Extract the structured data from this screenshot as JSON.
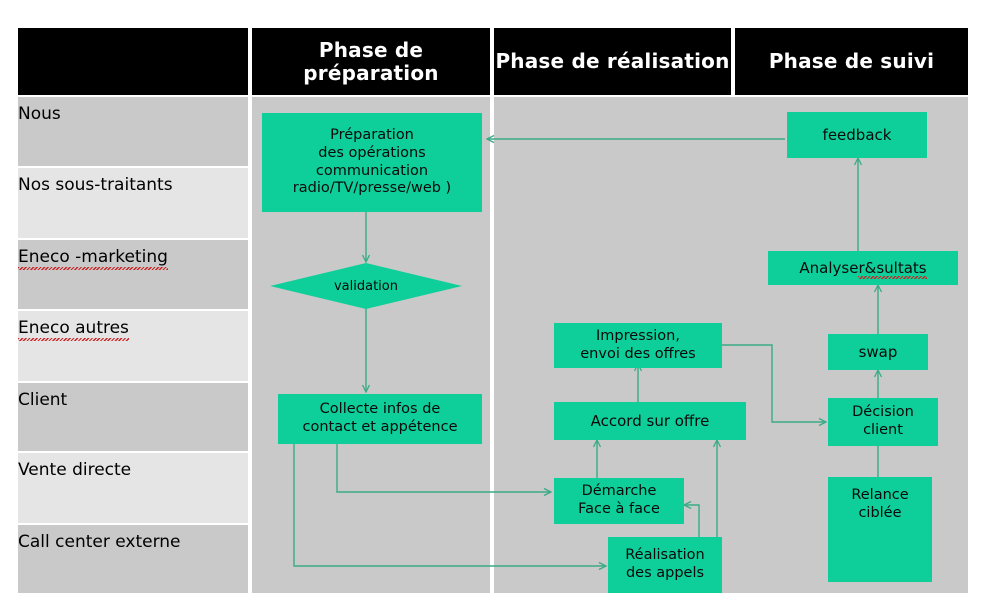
{
  "title_bar": {
    "columns": [
      {
        "label": "",
        "name": "header-blank"
      },
      {
        "label": "Phase de préparation",
        "name": "header-phase-preparation"
      },
      {
        "label": "Phase de réalisation",
        "name": "header-phase-realisation"
      },
      {
        "label": "Phase de suivi",
        "name": "header-phase-suivi"
      }
    ]
  },
  "lanes": [
    {
      "label": "Nous"
    },
    {
      "label": "Nos sous-traitants"
    },
    {
      "label": "Eneco -marketing"
    },
    {
      "label": "Eneco autres"
    },
    {
      "label": "Client"
    },
    {
      "label": "Vente directe"
    },
    {
      "label": "Call center externe"
    }
  ],
  "nodes": {
    "preparation": "Préparation\ndes opérations\ncommunication\nradio/TV/presse/web )",
    "preparation_lines": [
      "Préparation",
      "des opérations",
      "communication",
      "radio/TV/presse/web )"
    ],
    "validation": "validation",
    "collecte_line1": "Collecte infos de",
    "collecte_line2": "contact et appétence",
    "impression_line1": "Impression,",
    "impression_line2": "envoi des offres",
    "accord": "Accord sur offre",
    "demarche_line1": "Démarche",
    "demarche_line2": "Face à face",
    "realisation_line1": "Réalisation",
    "realisation_line2": "des appels",
    "feedback": "feedback",
    "analyse_prefix": "Analyse ",
    "analyse_misspelled": "r&sultats",
    "swap": "swap",
    "decision_line1": "Décision",
    "decision_line2": "client",
    "relance_line1": "Relance",
    "relance_line2": "ciblée"
  },
  "colors": {
    "header_bg": "#000000",
    "header_text": "#ffffff",
    "node_fill": "#0ecf9a",
    "connector": "#3aab86",
    "lane_dark": "#c9c9c9",
    "lane_light": "#e5e5e5",
    "plot_bg": "#c9c9c9",
    "spellcheck_underline": "#cc2222"
  }
}
